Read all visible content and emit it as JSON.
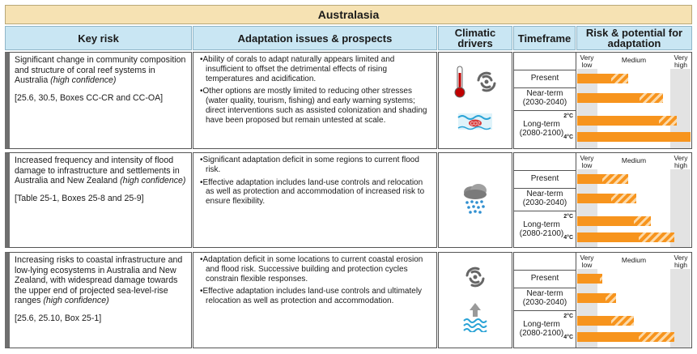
{
  "title": "Australasia",
  "headers": {
    "key_risk": "Key risk",
    "adaptation": "Adaptation issues & prospects",
    "drivers": "Climatic drivers",
    "timeframe": "Timeframe",
    "risk": "Risk & potential for adaptation"
  },
  "scale_labels": {
    "very_low": "Very low",
    "medium": "Medium",
    "very_high": "Very high"
  },
  "timeframe_labels": {
    "present": "Present",
    "near": "Near-term (2030-2040)",
    "long": "Long-term (2080-2100)",
    "deg2": "2°C",
    "deg4": "4°C"
  },
  "rows": [
    {
      "risk_text": "Significant change in community composition and structure of coral reef systems in Australia",
      "confidence": "(high confidence)",
      "refs": "[25.6, 30.5, Boxes CC-CR and CC-OA]",
      "issues": [
        "Ability of corals to adapt naturally appears limited and insufficient to offset the detrimental effects of rising temperatures and acidification.",
        "Other options are mostly limited to reducing other stresses (water quality, tourism, fishing) and early warning systems; direct interventions such as assisted colonization and shading have been proposed but remain untested at scale."
      ],
      "driver_icons": [
        "thermometer-icon",
        "cyclone-icon",
        "ocean-acidification-icon"
      ]
    },
    {
      "risk_text": "Increased frequency and intensity of flood damage to infrastructure and settlements in Australia and New Zealand",
      "confidence": "(high confidence)",
      "refs": "[Table 25-1, Boxes 25-8 and 25-9]",
      "issues": [
        "Significant adaptation deficit in some regions to current flood risk.",
        "Effective adaptation includes land-use controls and relocation as well as protection and accommodation of increased risk to ensure flexibility."
      ],
      "driver_icons": [
        "heavy-precipitation-icon"
      ]
    },
    {
      "risk_text": "Increasing risks to coastal infrastructure and low-lying ecosystems in Australia and New Zealand, with widespread damage towards the upper end of projected sea-level-rise ranges",
      "confidence": "(high confidence)",
      "refs": "[25.6, 25.10, Box 25-1]",
      "issues": [
        "Adaptation deficit in some locations to current coastal erosion and flood risk. Successive building and protection cycles constrain flexible responses.",
        "Effective adaptation includes land-use controls and ultimately relocation as well as protection and accommodation."
      ],
      "driver_icons": [
        "cyclone-icon",
        "sea-level-rise-icon"
      ]
    }
  ],
  "colors": {
    "risk": "#f7941d",
    "adapt": "#fcd9a8",
    "header": "#c9e6f3",
    "title": "#f6e2b3"
  },
  "chart_data": {
    "type": "bar",
    "scale": "Very low to Very high (fraction 0-1 of scale)",
    "xlim": [
      0,
      1
    ],
    "categories": [
      "Present",
      "Near-term (2030-2040)",
      "Long-term (2080-2100) 2°C",
      "Long-term (2080-2100) 4°C"
    ],
    "series": [
      {
        "values": [
          [
            0.3,
            0.45
          ],
          [
            0.55,
            0.76
          ],
          [
            0.72,
            0.88
          ],
          [
            1.0,
            1.0
          ]
        ]
      },
      {
        "values": [
          [
            0.22,
            0.45
          ],
          [
            0.3,
            0.52
          ],
          [
            0.5,
            0.65
          ],
          [
            0.54,
            0.86
          ]
        ]
      },
      {
        "values": [
          [
            0.2,
            0.22
          ],
          [
            0.25,
            0.34
          ],
          [
            0.3,
            0.5
          ],
          [
            0.54,
            0.86
          ]
        ]
      }
    ]
  }
}
